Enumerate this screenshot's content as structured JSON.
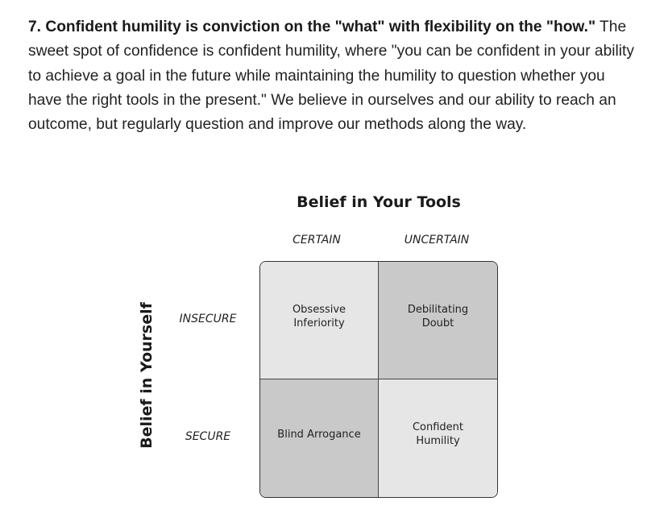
{
  "paragraph": {
    "lead": "7. Confident humility is conviction on the \"what\" with flexibility on the \"how.\"",
    "body": " The sweet spot of confidence is confident humility, where \"you can be confident in your ability to achieve a goal in the future while maintaining the humility to question whether you have the right tools in the present.\" We believe in ourselves and our ability to reach an outcome, but regularly question and improve our methods along the way."
  },
  "figure": {
    "title": "Belief in Your Tools",
    "y_title": "Belief in Yourself",
    "columns": [
      "CERTAIN",
      "UNCERTAIN"
    ],
    "rows": [
      "INSECURE",
      "SECURE"
    ],
    "cells": {
      "insecure_certain": "Obsessive Inferiority",
      "insecure_uncertain": "Debilitating Doubt",
      "secure_certain": "Blind Arrogance",
      "secure_uncertain": "Confident Humility"
    },
    "colors": {
      "light": "#e6e6e6",
      "dark": "#c9c9c9"
    }
  }
}
